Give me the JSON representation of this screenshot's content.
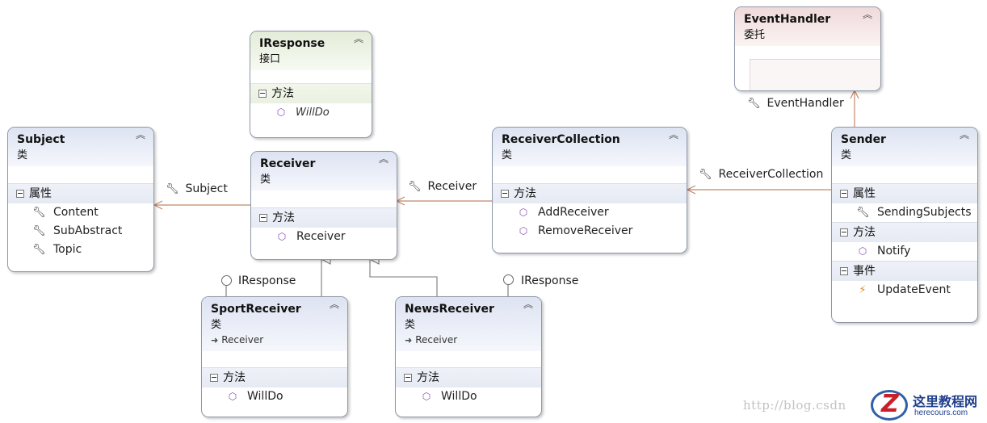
{
  "diagram": {
    "section_labels": {
      "properties": "属性",
      "methods": "方法",
      "events": "事件"
    },
    "classes": {
      "iresponse": {
        "name": "IResponse",
        "stereotype": "接口",
        "methods": [
          "WillDo"
        ]
      },
      "eventhandler": {
        "name": "EventHandler",
        "stereotype": "委托"
      },
      "subject": {
        "name": "Subject",
        "stereotype": "类",
        "properties": [
          "Content",
          "SubAbstract",
          "Topic"
        ]
      },
      "receiver": {
        "name": "Receiver",
        "stereotype": "类",
        "methods": [
          "Receiver"
        ]
      },
      "receivercollection": {
        "name": "ReceiverCollection",
        "stereotype": "类",
        "methods": [
          "AddReceiver",
          "RemoveReceiver"
        ]
      },
      "sender": {
        "name": "Sender",
        "stereotype": "类",
        "properties": [
          "SendingSubjects"
        ],
        "methods": [
          "Notify"
        ],
        "events": [
          "UpdateEvent"
        ]
      },
      "sportreceiver": {
        "name": "SportReceiver",
        "stereotype": "类",
        "base": "Receiver",
        "methods": [
          "WillDo"
        ]
      },
      "newsreceiver": {
        "name": "NewsReceiver",
        "stereotype": "类",
        "base": "Receiver",
        "methods": [
          "WillDo"
        ]
      }
    },
    "associations": {
      "subject": "Subject",
      "receiver": "Receiver",
      "receivercollection": "ReceiverCollection",
      "eventhandler": "EventHandler"
    },
    "interface_labels": {
      "sport": "IResponse",
      "news": "IResponse"
    }
  },
  "watermark": "http://blog.csdn",
  "logo": {
    "name": "这里教程网",
    "url": "herecours.com",
    "mark": "Z"
  },
  "colors": {
    "class_header": "#dde3f2",
    "interface_header": "#e3ecd8",
    "delegate_header": "#f0d9d9",
    "association_line": "#c0876a",
    "inheritance_line": "#7a7a7a"
  },
  "icons": {
    "collapse": "double-chevron-up-icon",
    "property": "wrench-icon",
    "method": "cube-icon",
    "event": "lightning-icon",
    "inherits": "arrow-right-icon"
  }
}
